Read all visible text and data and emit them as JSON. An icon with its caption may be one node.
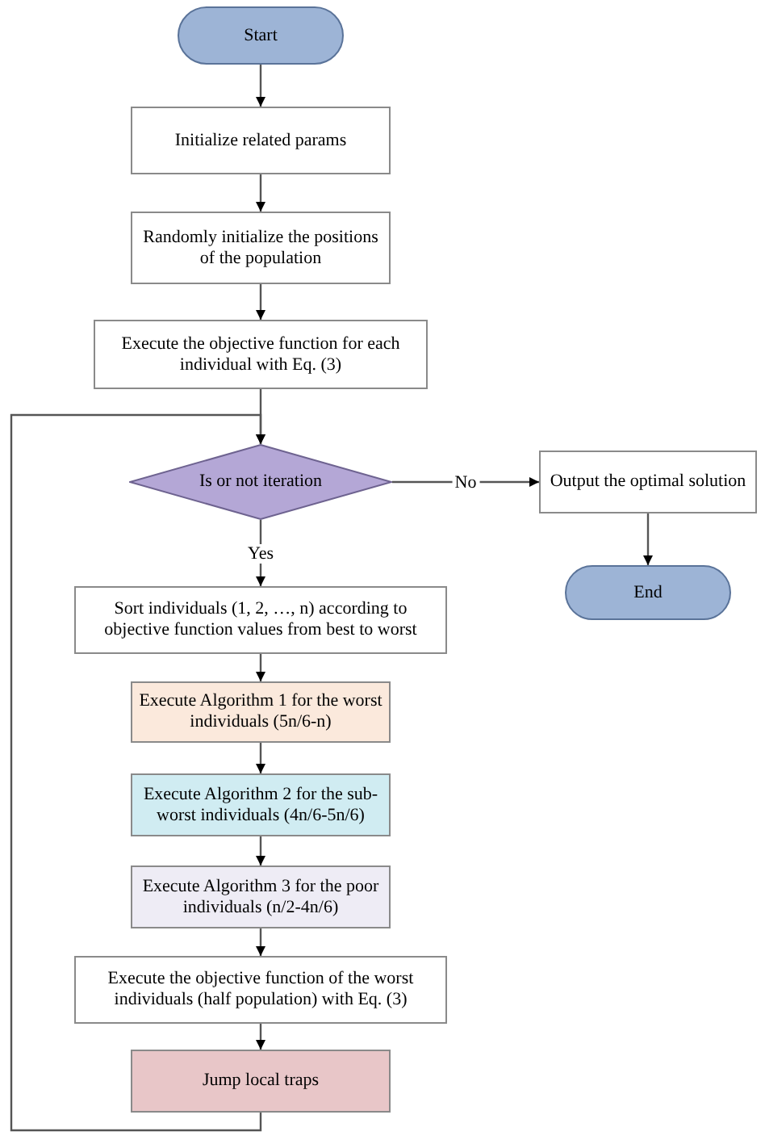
{
  "diagram": {
    "nodes": [
      {
        "text": [
          "Start"
        ]
      },
      {
        "text": [
          "Initialize related params"
        ]
      },
      {
        "text": [
          "Randomly initialize the positions of the population"
        ]
      },
      {
        "text": [
          "Execute the objective function for each individual with Eq. (3)"
        ]
      },
      {
        "text": [
          "Is or not iteration"
        ]
      },
      {
        "text": [
          "Output the optimal solution"
        ]
      },
      {
        "text": [
          "End"
        ]
      },
      {
        "text": [
          "Sort individuals (1, 2, …, n) according to objective function values from best to worst"
        ]
      },
      {
        "text": [
          "Execute Algorithm 1 for the worst individuals (5n/6-n)"
        ]
      },
      {
        "text": [
          "Execute Algorithm 2 for the sub-worst individuals (4n/6-5n/6)"
        ]
      },
      {
        "text": [
          "Execute Algorithm 3 for the poor individuals (n/2-4n/6)"
        ]
      },
      {
        "text": [
          "Execute the objective function of the worst individuals (half population) with Eq. (3)"
        ]
      },
      {
        "text": [
          "Jump local traps"
        ]
      }
    ],
    "edges": [
      {
        "from": 0,
        "to": 1,
        "arrow": "to"
      },
      {
        "from": 1,
        "to": 2,
        "arrow": "to"
      },
      {
        "from": 2,
        "to": 3,
        "arrow": "to"
      },
      {
        "from": 3,
        "to": 4,
        "arrow": "to"
      },
      {
        "from": 4,
        "to": 5,
        "arrow": "to",
        "label": "No"
      },
      {
        "from": 5,
        "to": 6,
        "arrow": "to"
      },
      {
        "from": 4,
        "to": 7,
        "arrow": "to",
        "label": "Yes"
      },
      {
        "from": 7,
        "to": 8,
        "arrow": "to"
      },
      {
        "from": 8,
        "to": 9,
        "arrow": "to"
      },
      {
        "from": 9,
        "to": 10,
        "arrow": "to"
      },
      {
        "from": 10,
        "to": 11,
        "arrow": "to"
      },
      {
        "from": 11,
        "to": 12,
        "arrow": "to"
      },
      {
        "from": 12,
        "to": 4,
        "arrow": "to"
      }
    ]
  }
}
